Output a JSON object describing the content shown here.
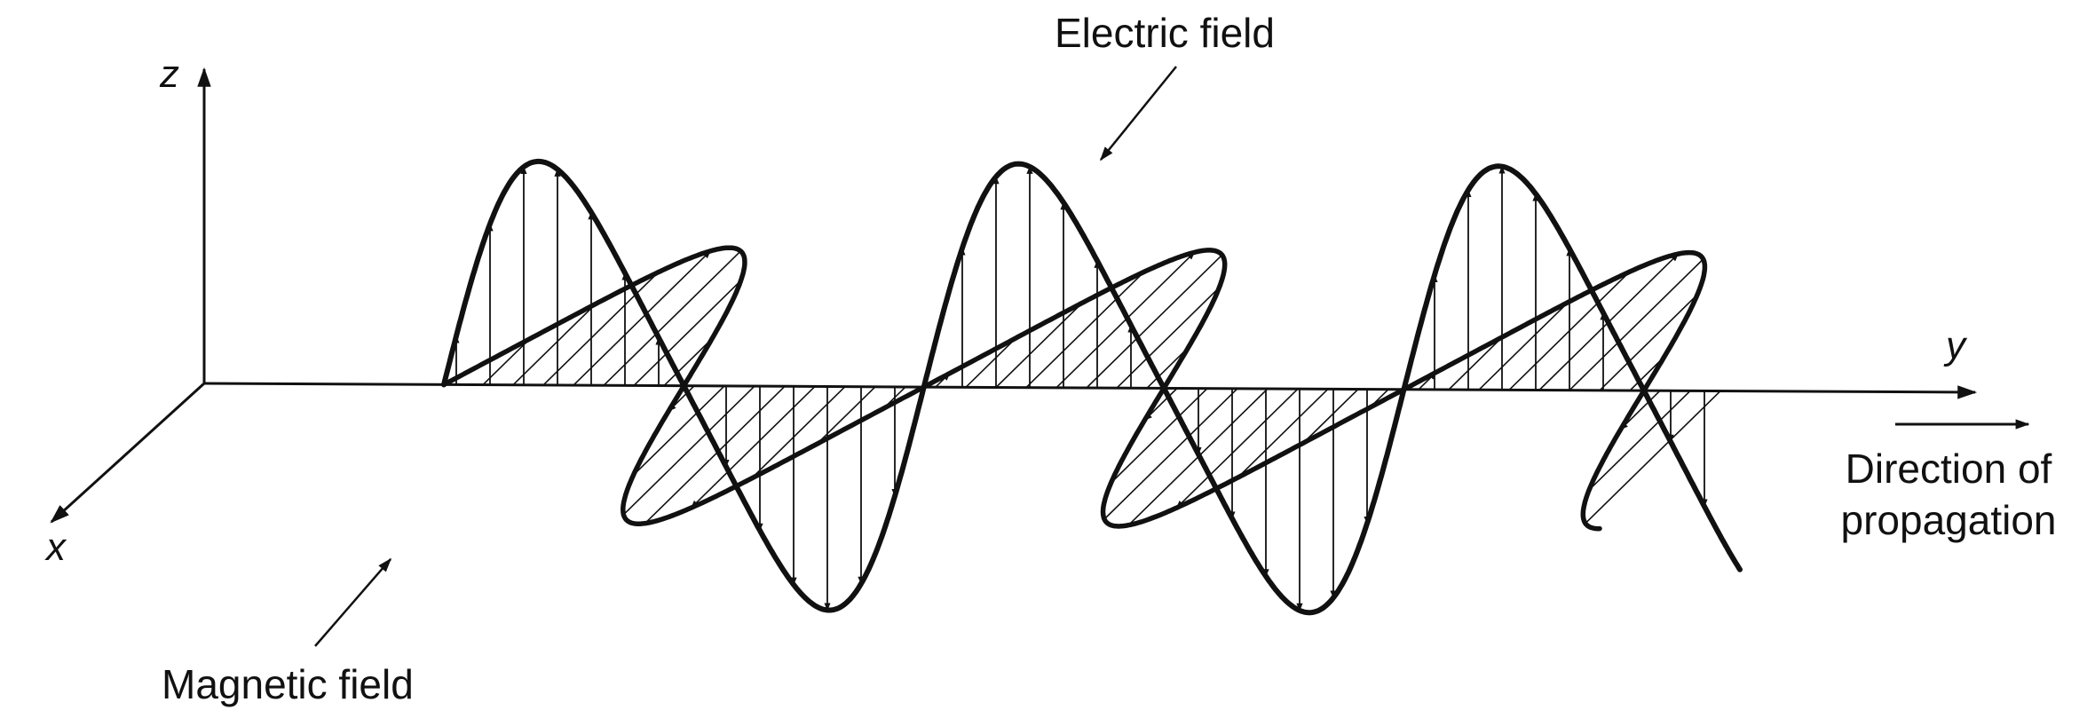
{
  "labels": {
    "electric_field": "Electric field",
    "magnetic_field": "Magnetic field",
    "direction_line1": "Direction of",
    "direction_line2": "propagation",
    "axis_z": "z",
    "axis_y": "y",
    "axis_x": "x"
  },
  "colors": {
    "ink": "#111111",
    "background": "#ffffff"
  },
  "wave": {
    "cycles_shown": 3,
    "electric_field_plane": "vertical (z)",
    "magnetic_field_plane": "horizontal (x)",
    "propagation_axis": "y"
  }
}
